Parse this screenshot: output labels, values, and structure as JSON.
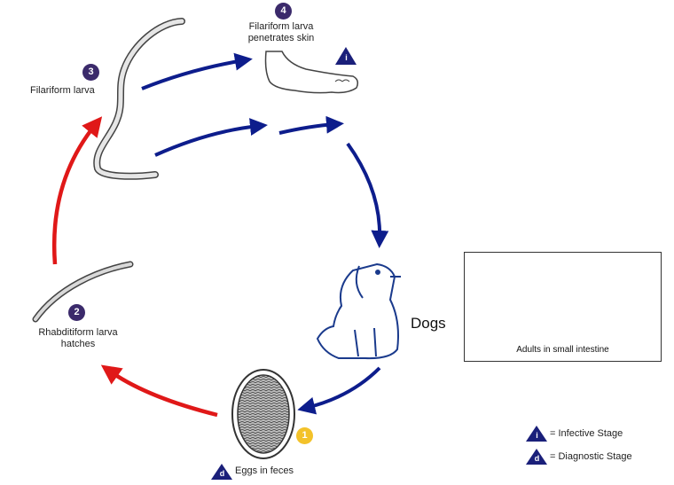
{
  "stages": {
    "penetrates": {
      "number": "4",
      "label": "Filariform larva penetrates skin"
    },
    "filariform": {
      "number": "3",
      "label": "Filariform larva"
    },
    "rhabditiform": {
      "number": "2",
      "label": "Rhabditiform larva hatches"
    },
    "eggs": {
      "number": "1",
      "label": "Eggs in feces",
      "marker": "d"
    }
  },
  "host": {
    "label": "Dogs"
  },
  "adults": {
    "caption": "Adults in small intestine"
  },
  "legend": {
    "infective": {
      "marker": "i",
      "text": "= Infective Stage"
    },
    "diagnostic": {
      "marker": "d",
      "text": "= Diagnostic Stage"
    }
  },
  "colors": {
    "arrow_blue": "#0d1d8c",
    "arrow_red": "#e01818",
    "marker_navy": "#1a1f7a",
    "number_purple": "#3b2a6b",
    "number_yellow": "#f3c22a"
  }
}
